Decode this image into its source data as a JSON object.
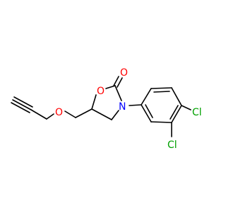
{
  "molecule": {
    "atoms": {
      "O_carbonyl": "O",
      "O_ring": "O",
      "N_ring": "N",
      "O_ether": "O",
      "Cl_1": "Cl",
      "Cl_2": "Cl"
    },
    "colors": {
      "bond": "#000000",
      "oxygen": "#ff0000",
      "nitrogen": "#0000ff",
      "chlorine": "#00a000"
    }
  }
}
